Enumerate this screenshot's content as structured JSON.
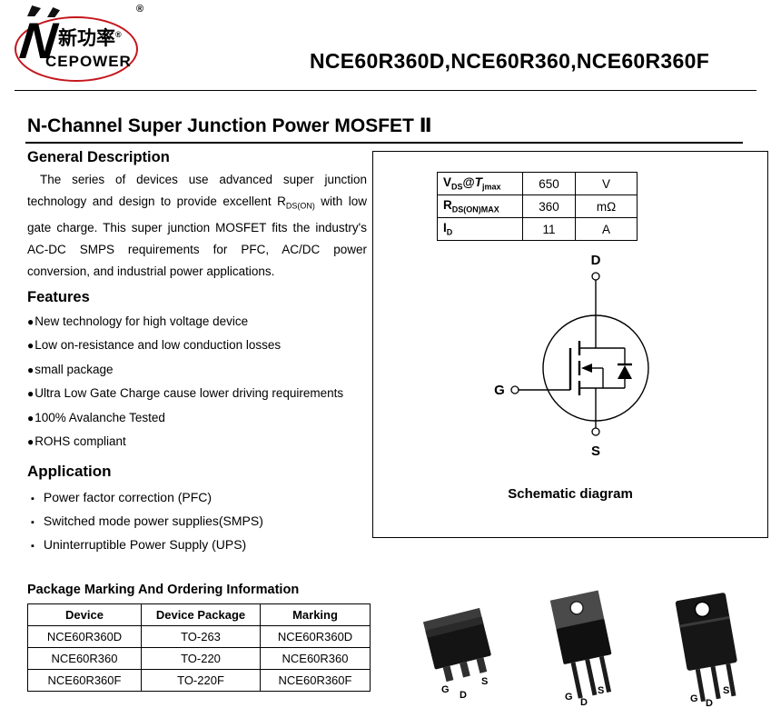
{
  "header": {
    "logo": {
      "n": "N",
      "chinese": "新功率",
      "registered": "®",
      "name": "CEPOWER"
    },
    "title": "NCE60R360D,NCE60R360,NCE60R360F"
  },
  "main_title": "N-Channel Super Junction Power MOSFET  Ⅱ",
  "general_description": {
    "heading": "General Description",
    "body1": "The series of devices use advanced super junction technology and design to provide excellent R",
    "body_sub": "DS(ON)",
    "body2": " with low gate charge. This super junction MOSFET fits the industry's AC-DC SMPS requirements for PFC, AC/DC power conversion, and industrial power applications."
  },
  "features": {
    "heading": "Features",
    "bullet": "●",
    "items": [
      "New technology for high voltage device",
      "Low on-resistance and low conduction losses",
      "small package",
      "Ultra Low Gate Charge cause lower driving requirements",
      "100% Avalanche Tested",
      "ROHS compliant"
    ]
  },
  "application": {
    "heading": "Application",
    "bullet": "▪",
    "items": [
      "Power factor correction (PFC)",
      "Switched mode power supplies(SMPS)",
      "Uninterruptible Power Supply (UPS)"
    ]
  },
  "spec_table": {
    "row1": {
      "sym": "V",
      "sub": "DS",
      "at": "@",
      "sym2": "T",
      "sub2": "jmax",
      "value": "650",
      "unit": "V"
    },
    "row2": {
      "sym": "R",
      "sub": "DS(ON)MAX",
      "value": "360",
      "unit": "mΩ"
    },
    "row3": {
      "sym": "I",
      "sub": "D",
      "value": "11",
      "unit": "A"
    }
  },
  "schematic": {
    "drain": "D",
    "gate": "G",
    "source": "S",
    "caption": "Schematic diagram"
  },
  "ordering": {
    "heading": "Package Marking And Ordering Information",
    "columns": [
      "Device",
      "Device Package",
      "Marking"
    ],
    "rows": [
      [
        "NCE60R360D",
        "TO-263",
        "NCE60R360D"
      ],
      [
        "NCE60R360",
        "TO-220",
        "NCE60R360"
      ],
      [
        "NCE60R360F",
        "TO-220F",
        "NCE60R360F"
      ]
    ]
  },
  "packages": {
    "pins": {
      "g": "G",
      "d": "D",
      "s": "S"
    }
  }
}
